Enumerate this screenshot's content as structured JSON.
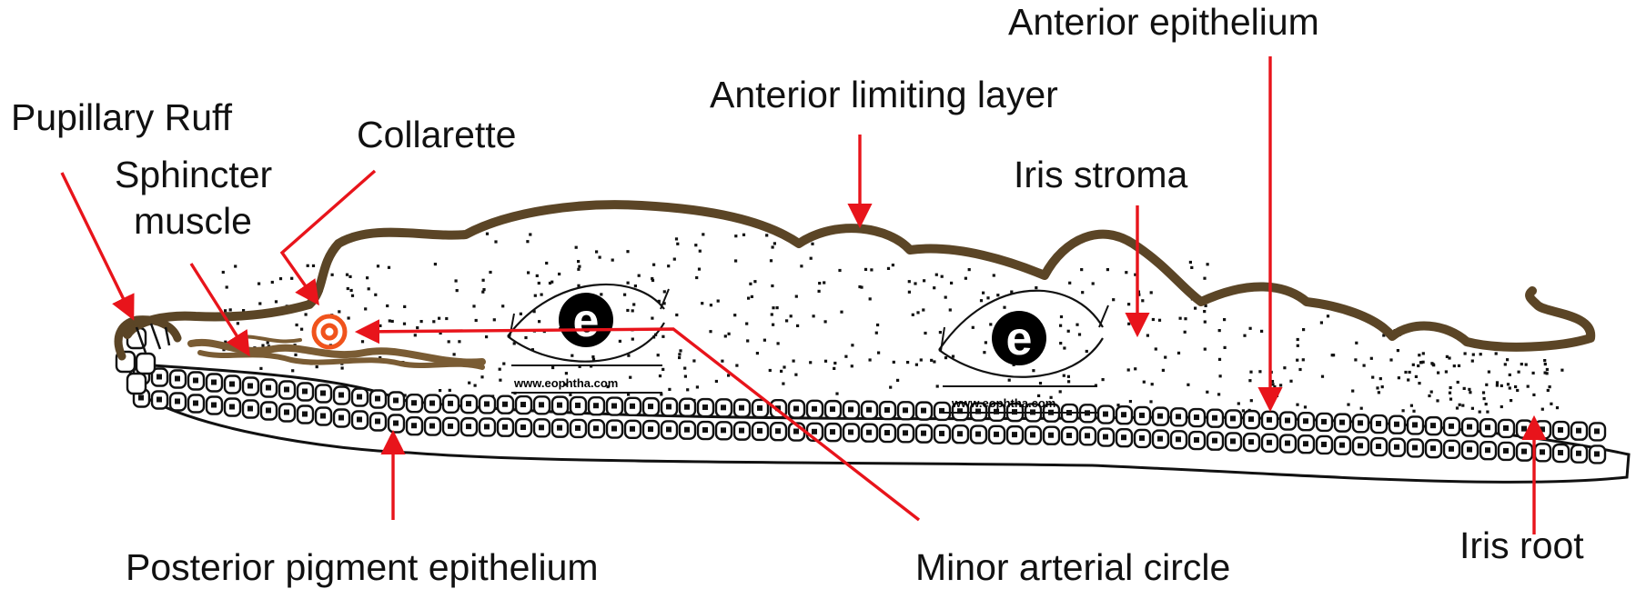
{
  "labels": {
    "pupillary_ruff": "Pupillary Ruff",
    "sphincter_line1": "Sphincter",
    "sphincter_line2": "muscle",
    "collarette": "Collarette",
    "anterior_limiting_layer": "Anterior limiting layer",
    "anterior_epithelium": "Anterior epithelium",
    "iris_stroma": "Iris stroma",
    "posterior_pigment_epithelium": "Posterior pigment epithelium",
    "minor_arterial_circle": "Minor arterial circle",
    "iris_root": "Iris root"
  },
  "watermarks": [
    {
      "letter": "e",
      "url": "www.eophtha.com"
    },
    {
      "letter": "e",
      "url": "www.eophtha.com"
    }
  ],
  "colors": {
    "arrow": "#e8141b",
    "border_layer": "#5b4526",
    "sphincter": "#7a5c34",
    "vessel": "#f0531c",
    "cell_stroke": "#111111"
  }
}
